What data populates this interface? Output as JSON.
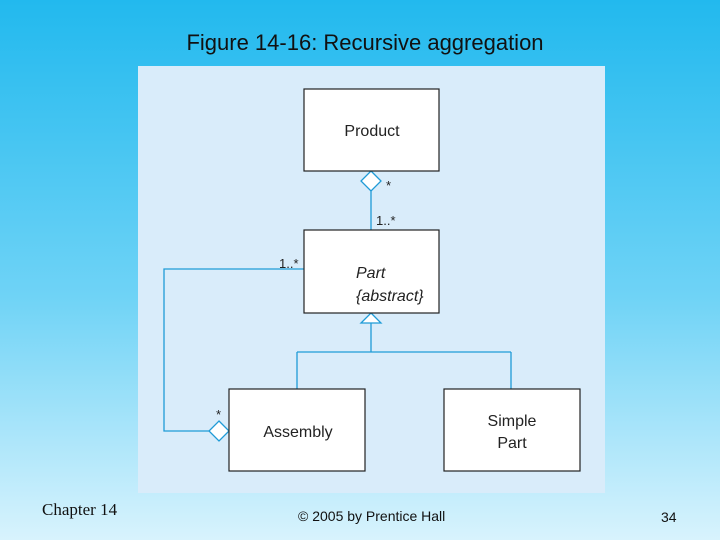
{
  "title": "Figure 14-16: Recursive aggregation",
  "diagram": {
    "classes": {
      "product": "Product",
      "part_name": "Part",
      "part_stereotype": "{abstract}",
      "assembly": "Assembly",
      "simple_part_line1": "Simple",
      "simple_part_line2": "Part"
    },
    "multiplicities": {
      "product_end": "*",
      "part_end_top": "1..*",
      "part_end_left": "1..*",
      "assembly_end": "*"
    },
    "colors": {
      "panel": "#d9ecfa",
      "line": "#1f9bd7",
      "box_border": "#222222"
    }
  },
  "footer": {
    "chapter": "Chapter 14",
    "copyright": "© 2005 by Prentice Hall",
    "page_number": "34"
  }
}
